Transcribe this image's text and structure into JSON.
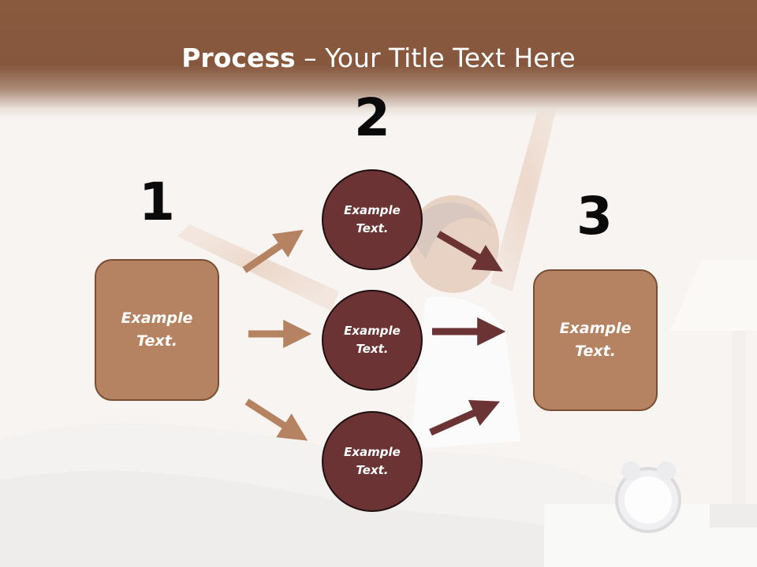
{
  "title": {
    "bold": "Process",
    "rest": " – Your Title Text Here"
  },
  "steps": {
    "one": "1",
    "two": "2",
    "three": "3"
  },
  "nodes": {
    "left_box": {
      "line1": "Example",
      "line2": "Text."
    },
    "circle_top": {
      "line1": "Example",
      "line2": "Text."
    },
    "circle_middle": {
      "line1": "Example",
      "line2": "Text."
    },
    "circle_bottom": {
      "line1": "Example",
      "line2": "Text."
    },
    "right_box": {
      "line1": "Example",
      "line2": "Text."
    }
  },
  "colors": {
    "header": "#86573d",
    "box_fill": "#b58361",
    "box_border": "#7a4e34",
    "circle_fill": "#6b3334",
    "arrow_light": "#b58361",
    "arrow_dark": "#6b3334"
  },
  "background_image": "woman-stretching-in-bed-photo"
}
